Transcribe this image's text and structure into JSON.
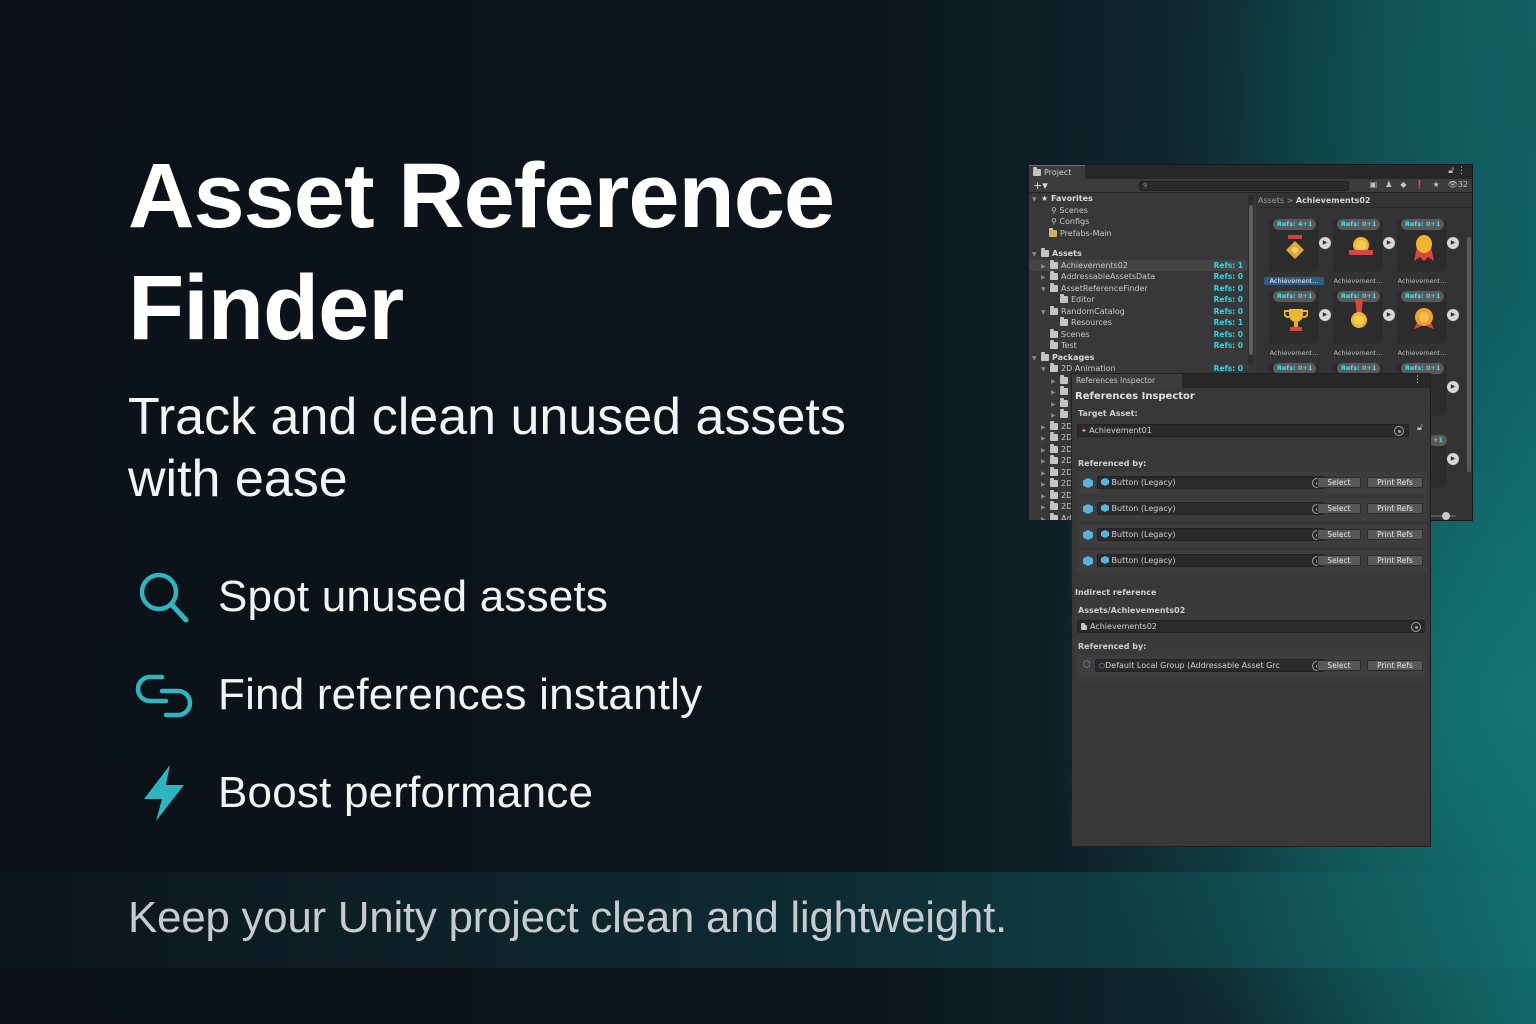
{
  "hero": {
    "title_line1": "Asset Reference",
    "title_line2": "Finder",
    "subtitle_line1": "Track and clean unused assets",
    "subtitle_line2": "with ease"
  },
  "features": [
    {
      "icon": "search-icon",
      "label": "Spot unused assets"
    },
    {
      "icon": "link-icon",
      "label": "Find references instantly"
    },
    {
      "icon": "lightning-icon",
      "label": "Boost performance"
    }
  ],
  "tagline": "Keep your Unity project clean and lightweight.",
  "colors": {
    "accent": "#2fb5c2",
    "refs_cyan": "#2fd6e8",
    "panel_bg": "#383838",
    "bg_dark": "#0c1119",
    "bg_teal": "#116466"
  },
  "project_window": {
    "tab": "Project",
    "add_button": "+▾",
    "search_placeholder": "",
    "visible_count": "32",
    "favorites_header": "Favorites",
    "favorites": [
      "Scenes",
      "Configs",
      "Prefabs-Main"
    ],
    "assets_header": "Assets",
    "assets": [
      {
        "name": "Achievements02",
        "refs": "Refs: 1"
      },
      {
        "name": "AddressableAssetsData",
        "refs": "Refs: 0"
      },
      {
        "name": "AssetReferenceFinder",
        "refs": "Refs: 0"
      },
      {
        "name": "Editor",
        "refs": "Refs: 0"
      },
      {
        "name": "RandomCatalog",
        "refs": "Refs: 0"
      },
      {
        "name": "Resources",
        "refs": "Refs: 1"
      },
      {
        "name": "Scenes",
        "refs": "Refs: 0"
      },
      {
        "name": "Test",
        "refs": "Refs: 0"
      }
    ],
    "packages_header": "Packages",
    "packages": [
      {
        "name": "2D Animation",
        "refs": "Refs: 0"
      }
    ],
    "package_truncated": [
      "2D",
      "2D",
      "2D",
      "2D",
      "2D",
      "2D",
      "2D",
      "2D",
      "Ad"
    ],
    "breadcrumb_root": "Assets",
    "breadcrumb_sep": ">",
    "breadcrumb_current": "Achievements02",
    "tiles": [
      {
        "badge": "Refs: 4+1",
        "name": "Achievement..."
      },
      {
        "badge": "Refs: 0+1",
        "name": "Achievement..."
      },
      {
        "badge": "Refs: 0+1",
        "name": "Achievement..."
      },
      {
        "badge": "Refs: 0+1",
        "name": "Achievement..."
      },
      {
        "badge": "Refs: 0+1",
        "name": "Achievement..."
      },
      {
        "badge": "Refs: 0+1",
        "name": "Achievement..."
      },
      {
        "badge": "Refs: 0+1",
        "name": ""
      },
      {
        "badge": "Refs: 0+1",
        "name": ""
      },
      {
        "badge": "Refs: 0+1",
        "name": "...ent..."
      }
    ]
  },
  "references_inspector": {
    "tab": "References Inspector",
    "title": "References Inspector",
    "target_label": "Target Asset:",
    "target_value": "Achievement01",
    "referenced_by_label": "Referenced by:",
    "referenced_by": [
      {
        "name": "Button (Legacy)",
        "select": "Select",
        "print": "Print Refs"
      },
      {
        "name": "Button (Legacy)",
        "select": "Select",
        "print": "Print Refs"
      },
      {
        "name": "Button (Legacy)",
        "select": "Select",
        "print": "Print Refs"
      },
      {
        "name": "Button (Legacy)",
        "select": "Select",
        "print": "Print Refs"
      }
    ],
    "indirect_label": "Indirect reference",
    "indirect_path": "Assets/Achievements02",
    "indirect_value": "Achievements02",
    "indirect_referenced_by_label": "Referenced by:",
    "indirect_referenced_by": [
      {
        "name": "Default Local Group (Addressable Asset Grc",
        "select": "Select",
        "print": "Print Refs"
      }
    ]
  }
}
